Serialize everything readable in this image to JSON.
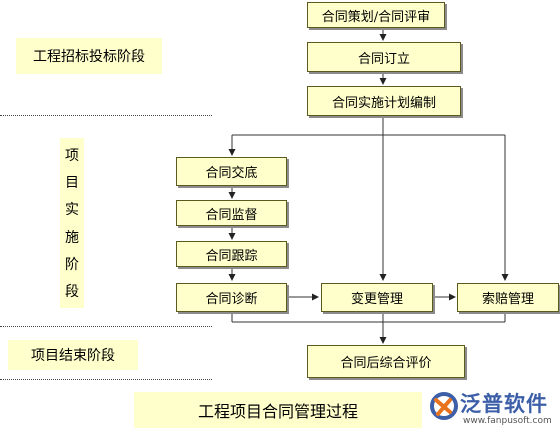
{
  "stages": {
    "bidding": "工程招标投标阶段",
    "implementation": [
      "项",
      "目",
      "实",
      "施",
      "阶",
      "段"
    ],
    "closing": "项目结束阶段"
  },
  "nodes": {
    "planning_review": "合同策划/合同评审",
    "signing": "合同订立",
    "implementation_plan": "合同实施计划编制",
    "handover": "合同交底",
    "supervision": "合同监督",
    "tracking": "合同跟踪",
    "diagnosis": "合同诊断",
    "change_mgmt": "变更管理",
    "claims_mgmt": "索赔管理",
    "post_evaluation": "合同后综合评价"
  },
  "caption": "工程项目合同管理过程",
  "logo": {
    "name": "泛普软件",
    "url": "www.fanpusoft.com"
  },
  "colors": {
    "box_fill": "#ffffcc",
    "box_border": "#5b5b1f",
    "logo_blue": "#3c5fa8",
    "logo_orange": "#e8731c"
  }
}
